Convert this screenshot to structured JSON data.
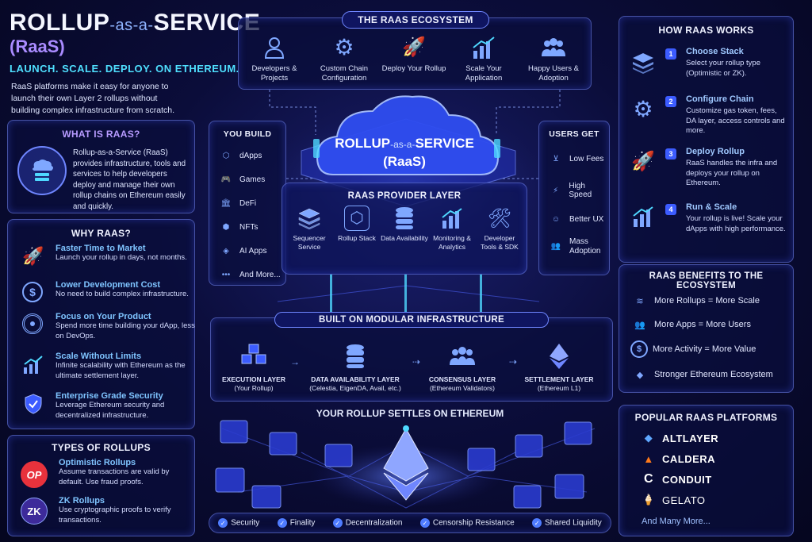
{
  "header": {
    "title_a": "ROLLUP",
    "title_mid": "-as-a-",
    "title_b": "SERVICE",
    "subtitle": "(RaaS)",
    "tagline": "LAUNCH. SCALE. DEPLOY. ON ETHEREUM.",
    "description": "RaaS platforms make it easy for anyone to launch their own Layer 2 rollups without building complex infrastructure from scratch."
  },
  "what": {
    "title": "WHAT IS RaaS?",
    "text": "Rollup-as-a-Service (RaaS) provides infrastructure, tools and services to help developers deploy and manage their own rollup chains on Ethereum easily and quickly."
  },
  "why": {
    "title": "WHY RaaS?",
    "items": [
      {
        "title": "Faster Time to Market",
        "desc": "Launch your rollup in days, not months."
      },
      {
        "title": "Lower Development Cost",
        "desc": "No need to build complex infrastructure."
      },
      {
        "title": "Focus on Your Product",
        "desc": "Spend more time building your dApp, less on DevOps."
      },
      {
        "title": "Scale Without Limits",
        "desc": "Infinite scalability with Ethereum as the ultimate settlement layer."
      },
      {
        "title": "Enterprise Grade Security",
        "desc": "Leverage Ethereum security and decentralized infrastructure."
      }
    ]
  },
  "types": {
    "title": "TYPES OF ROLLUPS",
    "items": [
      {
        "badge": "OP",
        "title": "Optimistic Rollups",
        "desc": "Assume transactions are valid by default. Use fraud proofs."
      },
      {
        "badge": "ZK",
        "title": "ZK Rollups",
        "desc": "Use cryptographic proofs to verify transactions."
      }
    ]
  },
  "ecosystem": {
    "title": "THE RaaS ECOSYSTEM",
    "steps": [
      "Developers & Projects",
      "Custom Chain Configuration",
      "Deploy Your Rollup",
      "Scale Your Application",
      "Happy Users & Adoption"
    ]
  },
  "cloud": {
    "line1_a": "ROLLUP",
    "line1_mid": "-as-a-",
    "line1_b": "SERVICE",
    "line2": "(RaaS)"
  },
  "you_build": {
    "title": "YOU BUILD",
    "items": [
      "dApps",
      "Games",
      "DeFi",
      "NFTs",
      "AI Apps",
      "And More..."
    ]
  },
  "users_get": {
    "title": "USERS GET",
    "items": [
      "Low Fees",
      "High Speed",
      "Better UX",
      "Mass Adoption"
    ]
  },
  "provider": {
    "title": "RaaS PROVIDER LAYER",
    "items": [
      "Sequencer Service",
      "Rollup Stack",
      "Data Availability",
      "Monitoring & Analytics",
      "Developer Tools & SDK"
    ]
  },
  "modular": {
    "title": "BUILT ON MODULAR INFRASTRUCTURE",
    "items": [
      {
        "title": "EXECUTION LAYER",
        "sub": "(Your Rollup)"
      },
      {
        "title": "DATA AVAILABILITY LAYER",
        "sub": "(Celestia, EigenDA, Avail, etc.)"
      },
      {
        "title": "CONSENSUS LAYER",
        "sub": "(Ethereum Validators)"
      },
      {
        "title": "SETTLEMENT LAYER",
        "sub": "(Ethereum L1)"
      }
    ]
  },
  "settle": {
    "title": "YOUR ROLLUP SETTLES ON ETHEREUM",
    "features": [
      "Security",
      "Finality",
      "Decentralization",
      "Censorship Resistance",
      "Shared Liquidity"
    ]
  },
  "how": {
    "title": "HOW RaaS WORKS",
    "steps": [
      {
        "num": "1",
        "title": "Choose Stack",
        "desc": "Select your rollup type (Optimistic or ZK)."
      },
      {
        "num": "2",
        "title": "Configure Chain",
        "desc": "Customize gas token, fees, DA layer, access controls and more."
      },
      {
        "num": "3",
        "title": "Deploy Rollup",
        "desc": "RaaS handles the infra and deploys your rollup on Ethereum."
      },
      {
        "num": "4",
        "title": "Run & Scale",
        "desc": "Your rollup is live! Scale your dApps with high performance."
      }
    ]
  },
  "benefits": {
    "title": "RaaS BENEFITS TO THE ECOSYSTEM",
    "items": [
      "More Rollups = More Scale",
      "More Apps = More Users",
      "More Activity = More Value",
      "Stronger Ethereum Ecosystem"
    ]
  },
  "platforms": {
    "title": "POPULAR RaaS PLATFORMS",
    "items": [
      "ALTLAYER",
      "CALDERA",
      "CONDUIT",
      "GELATO"
    ],
    "more": "And Many More..."
  },
  "colors": {
    "accent": "#7fa7ff",
    "purple": "#a98bff",
    "cyan": "#4fe0ff",
    "op_red": "#e8323c"
  }
}
